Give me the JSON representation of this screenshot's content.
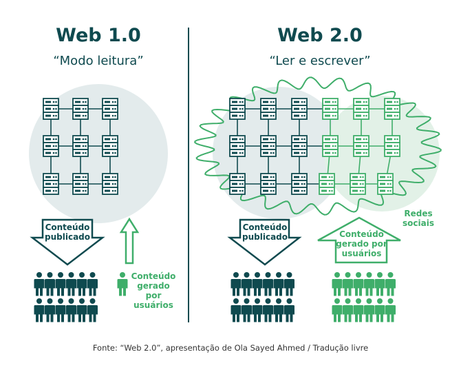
{
  "web1": {
    "title": "Web 1.0",
    "subtitle": "“Modo leitura”",
    "down_arrow_label_line1": "Conteúdo",
    "down_arrow_label_line2": "publicado",
    "up_label_line1": "Conteúdo",
    "up_label_line2": "gerado por",
    "up_label_line3": "usuários"
  },
  "web2": {
    "title": "Web 2.0",
    "subtitle": "“Ler e escrever”",
    "down_arrow_label_line1": "Conteúdo",
    "down_arrow_label_line2": "publicado",
    "up_arrow_label_line1": "Conteúdo",
    "up_arrow_label_line2": "gerado por",
    "up_arrow_label_line3": "usuários",
    "social_label_line1": "Redes",
    "social_label_line2": "sociais"
  },
  "source": "Fonte: “Web 2.0”, apresentação de Ola Sayed Ahmed / Tradução livre",
  "colors": {
    "dark": "#0f4a4f",
    "green": "#3fae6a",
    "bubble": "#e3ebec"
  }
}
